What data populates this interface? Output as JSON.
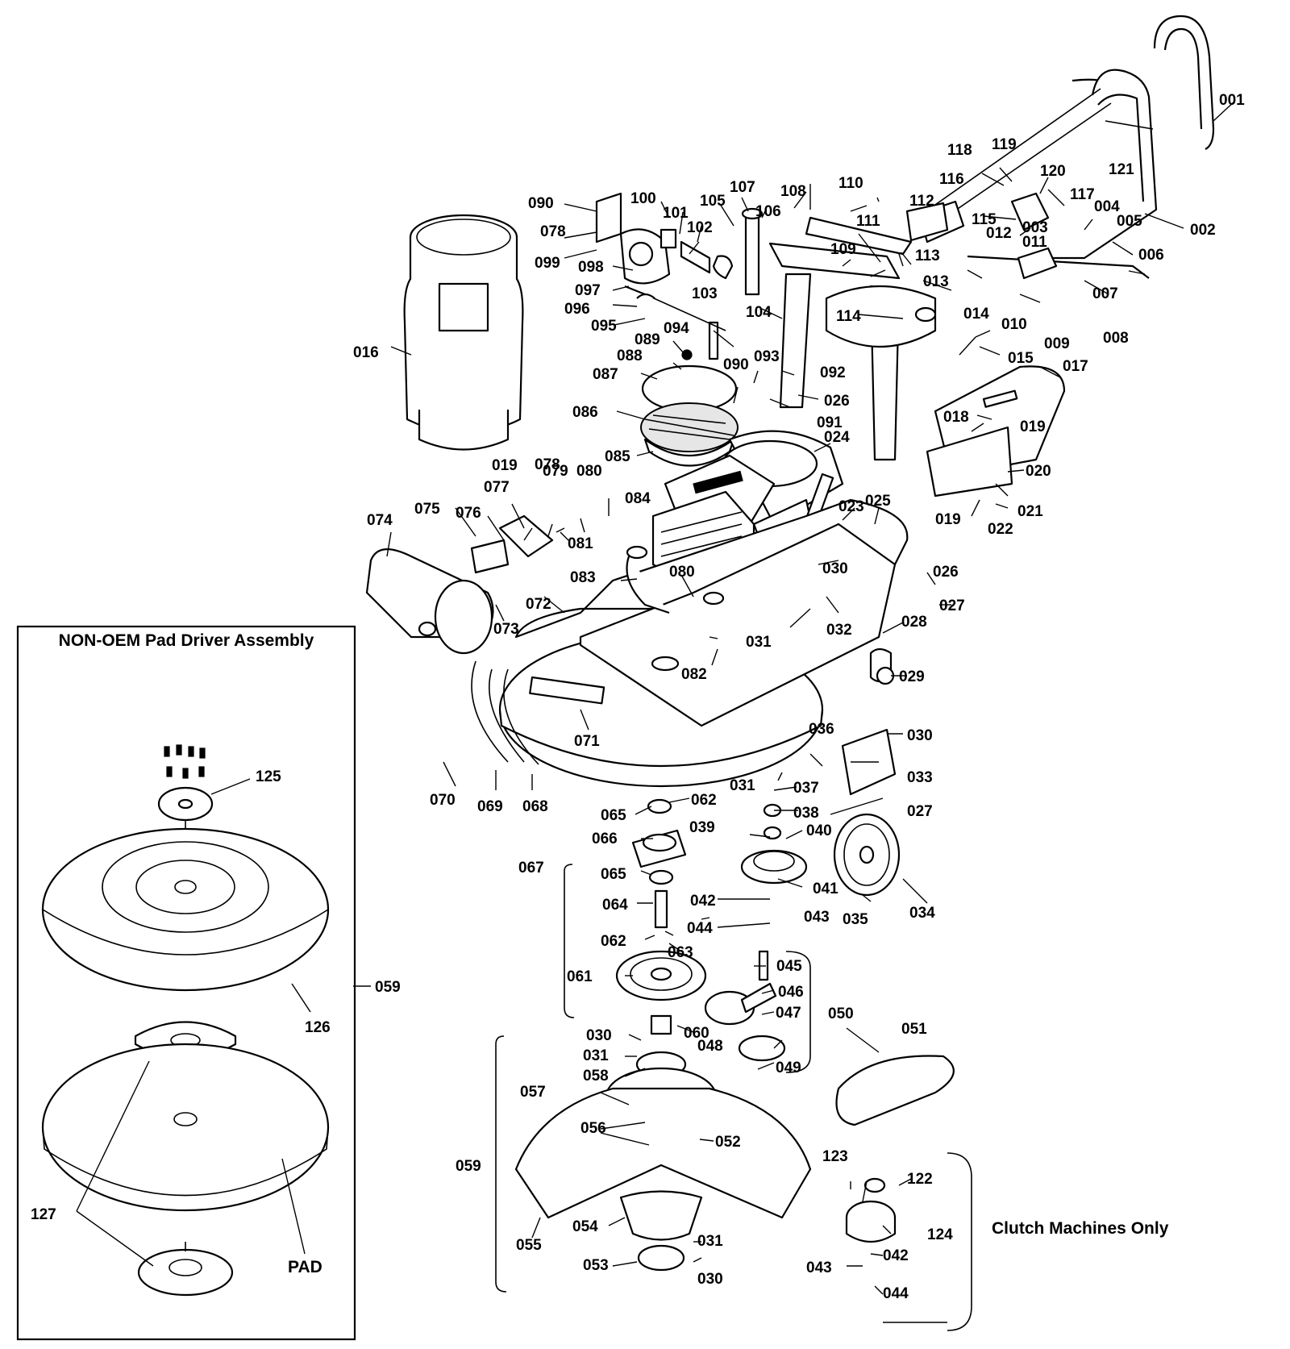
{
  "inset": {
    "title": "NON-OEM Pad Driver Assembly",
    "pad_label": "PAD",
    "group_label": "059"
  },
  "clutch": {
    "label": "Clutch Machines Only"
  },
  "callouts": [
    "001",
    "002",
    "003",
    "004",
    "005",
    "006",
    "007",
    "008",
    "009",
    "010",
    "011",
    "012",
    "013",
    "014",
    "015",
    "016",
    "017",
    "018",
    "019",
    "020",
    "021",
    "022",
    "023",
    "024",
    "025",
    "026",
    "027",
    "028",
    "029",
    "030",
    "031",
    "032",
    "033",
    "034",
    "035",
    "036",
    "037",
    "038",
    "039",
    "040",
    "041",
    "042",
    "043",
    "044",
    "045",
    "046",
    "047",
    "048",
    "049",
    "050",
    "051",
    "052",
    "053",
    "054",
    "055",
    "056",
    "057",
    "058",
    "059",
    "060",
    "061",
    "062",
    "063",
    "064",
    "065",
    "066",
    "067",
    "068",
    "069",
    "070",
    "071",
    "072",
    "073",
    "074",
    "075",
    "076",
    "077",
    "078",
    "079",
    "080",
    "081",
    "082",
    "083",
    "084",
    "085",
    "086",
    "087",
    "088",
    "089",
    "090",
    "091",
    "092",
    "093",
    "094",
    "095",
    "096",
    "097",
    "098",
    "099",
    "100",
    "101",
    "102",
    "103",
    "104",
    "105",
    "106",
    "107",
    "108",
    "109",
    "110",
    "111",
    "112",
    "113",
    "114",
    "115",
    "116",
    "117",
    "118",
    "119",
    "120",
    "121",
    "122",
    "123",
    "124",
    "125",
    "126",
    "127",
    "019",
    "078",
    "090",
    "026",
    "030",
    "031",
    "065",
    "062",
    "080",
    "019",
    "030",
    "031",
    "030",
    "031",
    "042",
    "043",
    "044",
    "027",
    "059",
    "127"
  ]
}
